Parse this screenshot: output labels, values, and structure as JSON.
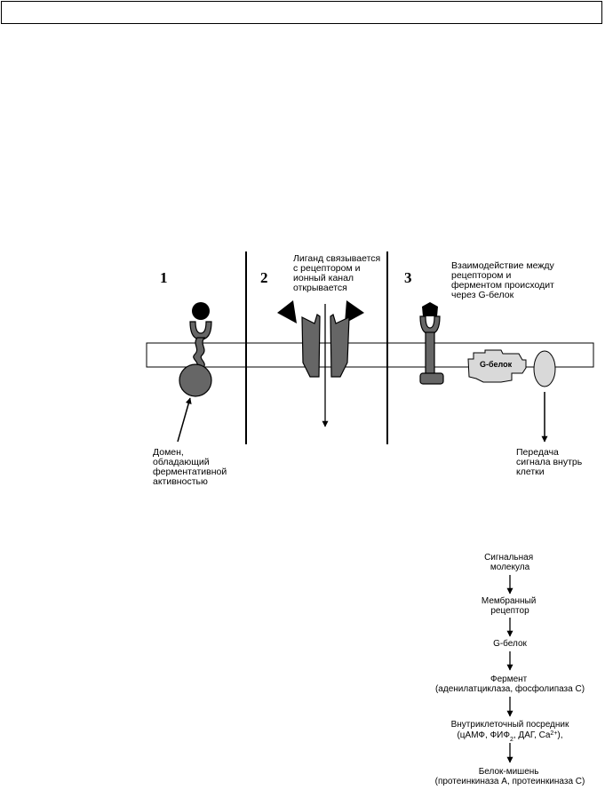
{
  "panels": {
    "p1": {
      "number": "1",
      "note": [
        "Домен,",
        "обладающий",
        "ферментативной",
        "активностью"
      ]
    },
    "p2": {
      "number": "2",
      "caption": [
        "Лиганд связывается",
        "с рецептором и",
        "ионный канал",
        "открывается"
      ]
    },
    "p3": {
      "number": "3",
      "caption": [
        "Взаимодействие между",
        "рецептором и",
        "ферментом происходит",
        "через G-белок"
      ],
      "gprotein_label": "G-белок",
      "note": [
        "Передача",
        "сигнала внутрь",
        "клетки"
      ]
    }
  },
  "cascade": {
    "s1": [
      "Сигнальная",
      "молекула"
    ],
    "s2": [
      "Мембранный",
      "рецептор"
    ],
    "s3": "G-белок",
    "s4": [
      "Фермент",
      "(аденилатциклаза,  фосфолипаза  C)"
    ],
    "s5a": "Внутриклеточный  посредник",
    "s5b": {
      "pre": "(цАМФ,  ФИФ",
      "sub1": "2",
      "mid": ",  ДАГ,  Ca",
      "sup": "2+",
      "post": "),"
    },
    "s6": [
      "Белок-мишень",
      "(протеинкиназа  A,  протеинкиназа  C)"
    ]
  },
  "colors": {
    "dark_gray": "#666666",
    "light_gray": "#d9d9d9",
    "membrane": "#ffffff",
    "line": "#000000"
  }
}
